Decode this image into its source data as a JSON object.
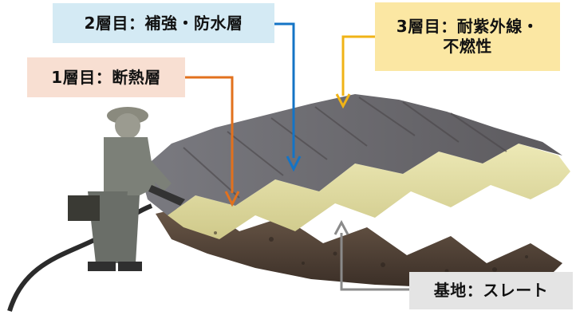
{
  "labels": {
    "layer1": {
      "text": "1層目：断熱層",
      "color": "#f8dfd2",
      "arrow_color": "#e2711d"
    },
    "layer2": {
      "text": "2層目：補強・防水層",
      "color": "#d4eaf4",
      "arrow_color": "#1474c6"
    },
    "layer3": {
      "line1": "3層目：耐紫外線・",
      "line2": "不燃性",
      "color": "#fbe7a3",
      "arrow_color": "#f0b316"
    },
    "base": {
      "text": "基地：スレート",
      "color": "#e4e4e4",
      "arrow_color": "#8a8a8a"
    }
  }
}
